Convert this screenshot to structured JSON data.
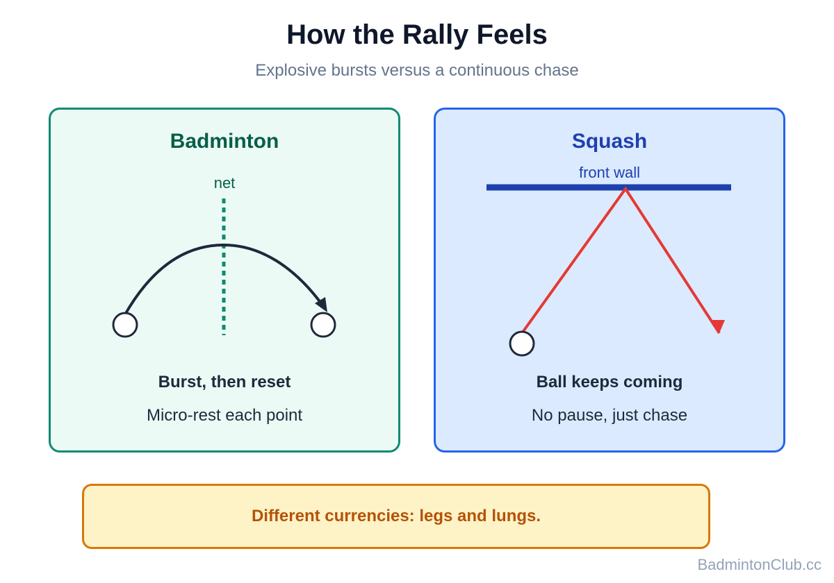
{
  "header": {
    "title": "How the Rally Feels",
    "subtitle": "Explosive bursts versus a continuous chase"
  },
  "panels": {
    "badminton": {
      "heading": "Badminton",
      "divider_label": "net",
      "caption": "Burst, then reset",
      "note": "Micro-rest each point",
      "accent_color": "#0f8a6e",
      "fill_color": "#ecfaf6"
    },
    "squash": {
      "heading": "Squash",
      "divider_label": "front wall",
      "caption": "Ball keeps coming",
      "note": "No pause, just chase",
      "accent_color": "#2563eb",
      "fill_color": "#dbeafe",
      "ball_path_color": "#e53935"
    }
  },
  "banner": {
    "text": "Different currencies: legs and lungs.",
    "border_color": "#d97706",
    "fill_color": "#fef3c7"
  },
  "footer": {
    "watermark": "BadmintonClub.cc"
  },
  "icons": {
    "player": "player-circle-icon",
    "arrowhead": "arrowhead-icon"
  }
}
